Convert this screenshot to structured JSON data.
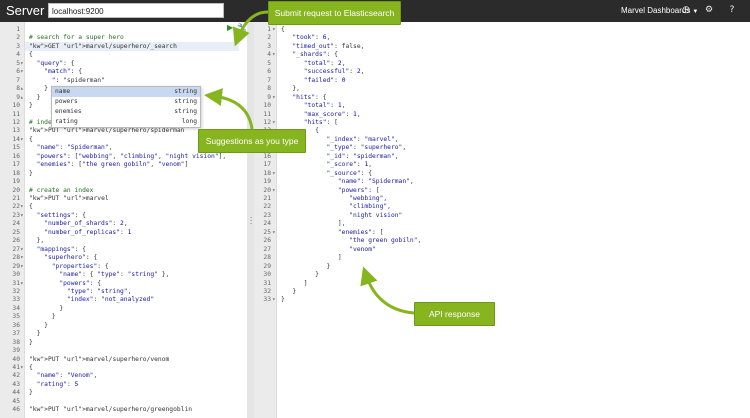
{
  "topbar": {
    "brand": "Server",
    "server_url": "localhost:9200",
    "menu_label": "Marvel Dashboards",
    "menu_icon": "caret-down-icon",
    "icons": [
      "clock-icon",
      "gear-icon",
      "help-icon"
    ]
  },
  "editor": {
    "lines": [
      {
        "n": "1",
        "fold": "",
        "code": ""
      },
      {
        "n": "2",
        "fold": "",
        "code": "# search for a super hero"
      },
      {
        "n": "3",
        "fold": "",
        "code": "GET marvel/superhero/_search"
      },
      {
        "n": "4",
        "fold": "",
        "code": "{"
      },
      {
        "n": "5",
        "fold": "▾",
        "code": "  \"query\": {"
      },
      {
        "n": "6",
        "fold": "▾",
        "code": "    \"match\": {"
      },
      {
        "n": "7",
        "fold": "",
        "code": "      \": \"spiderman\""
      },
      {
        "n": "8",
        "fold": "▴",
        "code": "    }"
      },
      {
        "n": "9",
        "fold": "▴",
        "code": "  }"
      },
      {
        "n": "10",
        "fold": "",
        "code": "}"
      },
      {
        "n": "11",
        "fold": "",
        "code": ""
      },
      {
        "n": "12",
        "fold": "",
        "code": "# index a doc"
      },
      {
        "n": "13",
        "fold": "",
        "code": "PUT marvel/superhero/spiderman"
      },
      {
        "n": "14",
        "fold": "▾",
        "code": "{"
      },
      {
        "n": "15",
        "fold": "",
        "code": "  \"name\": \"Spiderman\","
      },
      {
        "n": "16",
        "fold": "",
        "code": "  \"powers\": [\"webbing\", \"climbing\", \"night vision\"],"
      },
      {
        "n": "17",
        "fold": "",
        "code": "  \"enemies\": [\"the green gobiln\", \"venom\"]"
      },
      {
        "n": "18",
        "fold": "",
        "code": "}"
      },
      {
        "n": "19",
        "fold": "",
        "code": ""
      },
      {
        "n": "20",
        "fold": "",
        "code": "# create an index"
      },
      {
        "n": "21",
        "fold": "",
        "code": "PUT marvel"
      },
      {
        "n": "22",
        "fold": "▾",
        "code": "{"
      },
      {
        "n": "23",
        "fold": "▾",
        "code": "  \"settings\": {"
      },
      {
        "n": "24",
        "fold": "",
        "code": "    \"number_of_shards\": 2,"
      },
      {
        "n": "25",
        "fold": "",
        "code": "    \"number_of_replicas\": 1"
      },
      {
        "n": "26",
        "fold": "",
        "code": "  },"
      },
      {
        "n": "27",
        "fold": "▾",
        "code": "  \"mappings\": {"
      },
      {
        "n": "28",
        "fold": "▾",
        "code": "    \"superhero\": {"
      },
      {
        "n": "29",
        "fold": "▾",
        "code": "      \"properties\": {"
      },
      {
        "n": "30",
        "fold": "",
        "code": "        \"name\": { \"type\": \"string\" },"
      },
      {
        "n": "31",
        "fold": "▾",
        "code": "        \"powers\": {"
      },
      {
        "n": "32",
        "fold": "",
        "code": "          \"type\": \"string\","
      },
      {
        "n": "33",
        "fold": "",
        "code": "          \"index\": \"not_analyzed\""
      },
      {
        "n": "34",
        "fold": "",
        "code": "        }"
      },
      {
        "n": "35",
        "fold": "",
        "code": "      }"
      },
      {
        "n": "36",
        "fold": "",
        "code": "    }"
      },
      {
        "n": "37",
        "fold": "",
        "code": "  }"
      },
      {
        "n": "38",
        "fold": "",
        "code": "}"
      },
      {
        "n": "39",
        "fold": "",
        "code": ""
      },
      {
        "n": "40",
        "fold": "",
        "code": "PUT marvel/superhero/venom"
      },
      {
        "n": "41",
        "fold": "▾",
        "code": "{"
      },
      {
        "n": "42",
        "fold": "",
        "code": "  \"name\": \"Venom\","
      },
      {
        "n": "43",
        "fold": "",
        "code": "  \"rating\": 5"
      },
      {
        "n": "44",
        "fold": "",
        "code": "}"
      },
      {
        "n": "45",
        "fold": "",
        "code": ""
      },
      {
        "n": "46",
        "fold": "",
        "code": "PUT marvel/superhero/greengoblin"
      }
    ],
    "autocomplete": [
      {
        "name": "name",
        "type": "string"
      },
      {
        "name": "powers",
        "type": "string"
      },
      {
        "name": "enemies",
        "type": "string"
      },
      {
        "name": "rating",
        "type": "long"
      }
    ]
  },
  "response": {
    "lines": [
      {
        "n": "1",
        "fold": "▾",
        "code": "{"
      },
      {
        "n": "2",
        "fold": "",
        "code": "   \"took\": 6,"
      },
      {
        "n": "3",
        "fold": "",
        "code": "   \"timed_out\": false,"
      },
      {
        "n": "4",
        "fold": "▾",
        "code": "   \"_shards\": {"
      },
      {
        "n": "5",
        "fold": "",
        "code": "      \"total\": 2,"
      },
      {
        "n": "6",
        "fold": "",
        "code": "      \"successful\": 2,"
      },
      {
        "n": "7",
        "fold": "",
        "code": "      \"failed\": 0"
      },
      {
        "n": "8",
        "fold": "",
        "code": "   },"
      },
      {
        "n": "9",
        "fold": "▾",
        "code": "   \"hits\": {"
      },
      {
        "n": "10",
        "fold": "",
        "code": "      \"total\": 1,"
      },
      {
        "n": "11",
        "fold": "",
        "code": "      \"max_score\": 1,"
      },
      {
        "n": "12",
        "fold": "▾",
        "code": "      \"hits\": ["
      },
      {
        "n": "13",
        "fold": "▾",
        "code": "         {"
      },
      {
        "n": "14",
        "fold": "",
        "code": "            \"_index\": \"marvel\","
      },
      {
        "n": "15",
        "fold": "",
        "code": "            \"_type\": \"superhero\","
      },
      {
        "n": "16",
        "fold": "",
        "code": "            \"_id\": \"spiderman\","
      },
      {
        "n": "17",
        "fold": "",
        "code": "            \"_score\": 1,"
      },
      {
        "n": "18",
        "fold": "▾",
        "code": "            \"_source\": {"
      },
      {
        "n": "19",
        "fold": "",
        "code": "               \"name\": \"Spiderman\","
      },
      {
        "n": "20",
        "fold": "▾",
        "code": "               \"powers\": ["
      },
      {
        "n": "21",
        "fold": "",
        "code": "                  \"webbing\","
      },
      {
        "n": "22",
        "fold": "",
        "code": "                  \"climbing\","
      },
      {
        "n": "23",
        "fold": "",
        "code": "                  \"night vision\""
      },
      {
        "n": "24",
        "fold": "",
        "code": "               ],"
      },
      {
        "n": "25",
        "fold": "▾",
        "code": "               \"enemies\": ["
      },
      {
        "n": "26",
        "fold": "",
        "code": "                  \"the green gobiln\","
      },
      {
        "n": "27",
        "fold": "",
        "code": "                  \"venom\""
      },
      {
        "n": "28",
        "fold": "",
        "code": "               ]"
      },
      {
        "n": "29",
        "fold": "",
        "code": "            }"
      },
      {
        "n": "30",
        "fold": "",
        "code": "         }"
      },
      {
        "n": "31",
        "fold": "",
        "code": "      ]"
      },
      {
        "n": "32",
        "fold": "",
        "code": "   }"
      },
      {
        "n": "33",
        "fold": "▾",
        "code": "}"
      }
    ]
  },
  "callouts": {
    "submit": "Submit request to Elasticsearch",
    "suggestions": "Suggestions as you type",
    "api_response": "API response"
  },
  "colors": {
    "accent": "#86b51f",
    "topbar": "#2b2b2b"
  }
}
